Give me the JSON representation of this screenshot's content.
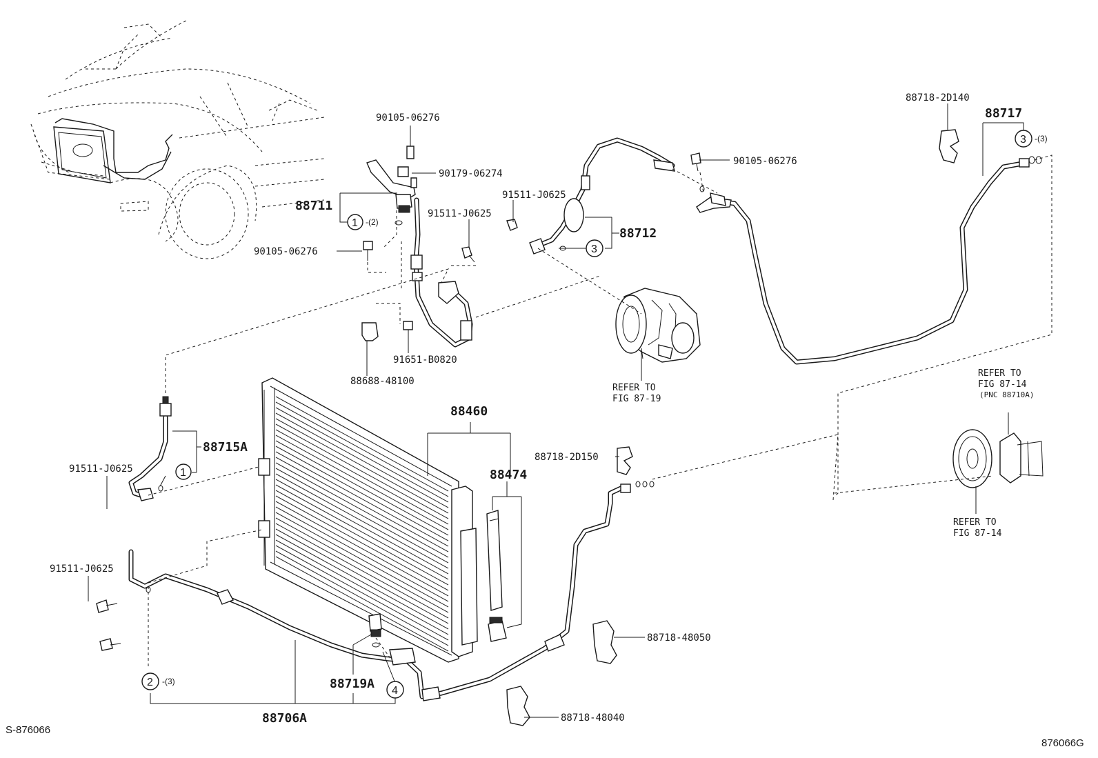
{
  "figure_ids": {
    "left": "S-876066",
    "right": "876066G"
  },
  "parts": {
    "p_90105_top": "90105-06276",
    "p_90179": "90179-06274",
    "p_88711": "88711",
    "p_91511_a": "91511-J0625",
    "p_90105_left": "90105-06276",
    "p_91511_b": "91511-J0625",
    "p_88712": "88712",
    "p_90105_right": "90105-06276",
    "p_88718_2d140": "88718-2D140",
    "p_88717": "88717",
    "p_91651": "91651-B0820",
    "p_88688": "88688-48100",
    "p_88460": "88460",
    "p_88474": "88474",
    "p_88718_2d150": "88718-2D150",
    "p_88715a": "88715A",
    "p_91511_c": "91511-J0625",
    "p_91511_d": "91511-J0625",
    "p_88718_48050": "88718-48050",
    "p_88719a": "88719A",
    "p_88706a": "88706A",
    "p_88718_48040": "88718-48040"
  },
  "circles": {
    "c1_top": "1",
    "c1_low": "1",
    "c2": "2",
    "c3_mid": "3",
    "c3_right": "3",
    "c4": "4"
  },
  "quantities": {
    "q1_top": "-(2)",
    "q2": "-(3)",
    "q3_right": "-(3)"
  },
  "refs": {
    "compressor": {
      "line1": "REFER TO",
      "line2": "FIG 87-19"
    },
    "clutch_top": {
      "line1": "REFER TO",
      "line2": "FIG 87-14",
      "line3": "(PNC 88710A)"
    },
    "clutch_bottom": {
      "line1": "REFER TO",
      "line2": "FIG 87-14"
    }
  }
}
